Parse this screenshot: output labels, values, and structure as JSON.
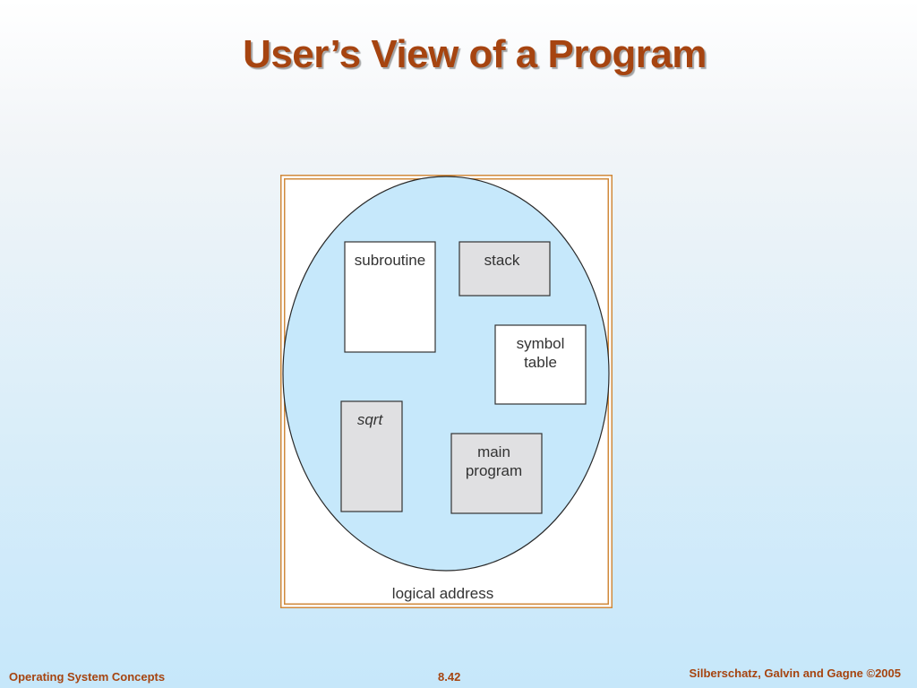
{
  "slide": {
    "title": "User’s View of a Program"
  },
  "diagram": {
    "segments": [
      {
        "label": "subroutine"
      },
      {
        "label": "stack"
      },
      {
        "label": "symbol\ntable"
      },
      {
        "label": "sqrt"
      },
      {
        "label": "main\nprogram"
      }
    ],
    "caption": "logical address"
  },
  "footer": {
    "left": "Operating System Concepts",
    "center": "8.42",
    "right": "Silberschatz, Galvin and Gagne ©2005"
  },
  "colors": {
    "title": "#a64410",
    "frame_border": "#d08a3c",
    "ellipse_fill": "#c6e8fb",
    "gray_box": "#e0e0e2",
    "white_box": "#ffffff"
  }
}
